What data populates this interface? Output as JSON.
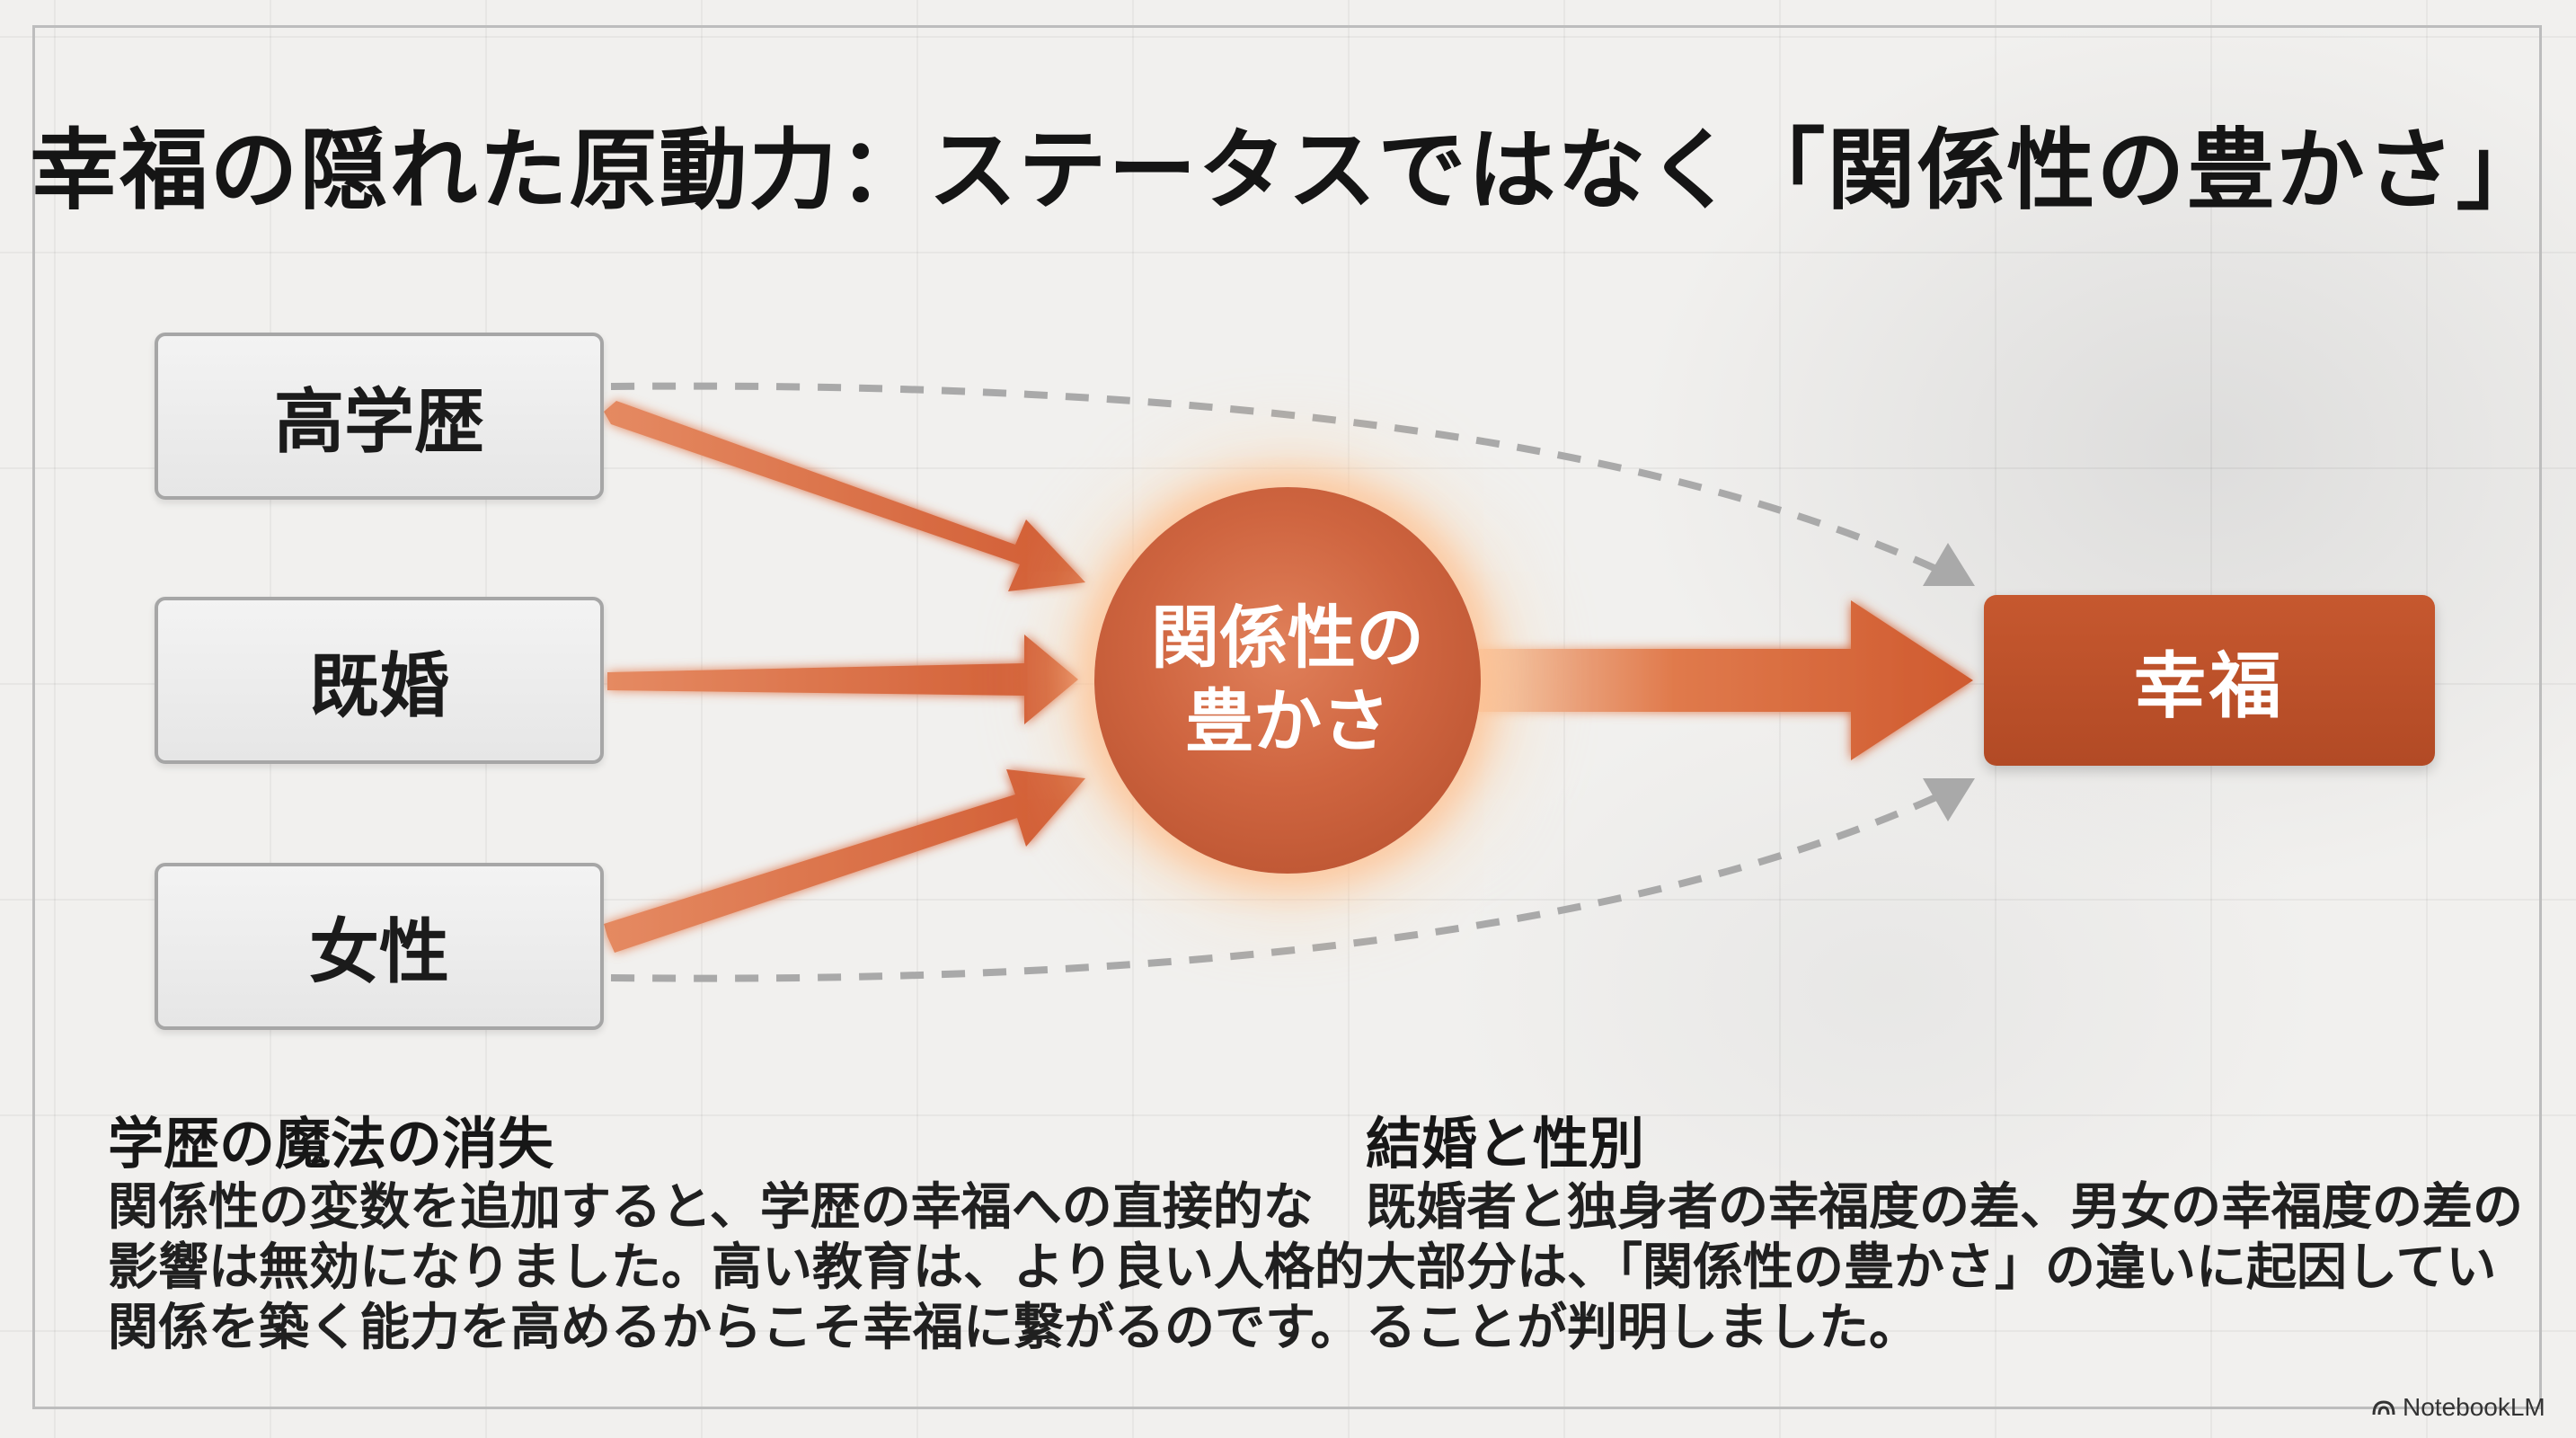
{
  "title": "幸福の隠れた原動力：ステータスではなく「関係性の豊かさ」",
  "inputs": [
    {
      "label": "高学歴"
    },
    {
      "label": "既婚"
    },
    {
      "label": "女性"
    }
  ],
  "hub": {
    "line1": "関係性の",
    "line2": "豊かさ"
  },
  "output": {
    "label": "幸福"
  },
  "captions": {
    "left": {
      "heading": "学歴の魔法の消失",
      "lines": [
        "関係性の変数を追加すると、学歴の幸福への直接的な",
        "影響は無効になりました。高い教育は、より良い人格的",
        "関係を築く能力を高めるからこそ幸福に繋がるのです。"
      ]
    },
    "right": {
      "heading": "結婚と性別",
      "lines": [
        "既婚者と独身者の幸福度の差、男女の幸福度の差の",
        "大部分は、「関係性の豊かさ」の違いに起因してい",
        "ることが判明しました。"
      ]
    }
  },
  "watermark": "NotebookLM",
  "colors": {
    "accent": "#c9552c",
    "arrow": "#d8693f",
    "dashed": "#a8a8a8"
  }
}
